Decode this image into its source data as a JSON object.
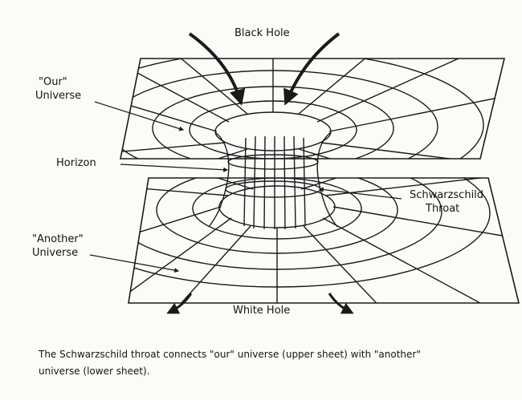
{
  "labels": {
    "black_hole": "Black Hole",
    "our_universe_line1": "\"Our\"",
    "our_universe_line2": "Universe",
    "horizon": "Horizon",
    "schwarzschild_line1": "Schwarzschild",
    "schwarzschild_line2": "Throat",
    "another_universe_line1": "\"Another\"",
    "another_universe_line2": "Universe",
    "white_hole": "White Hole"
  },
  "caption": {
    "line1": "The Schwarzschild throat connects \"our\" universe (upper sheet) with \"another\"",
    "line2": "universe (lower sheet)."
  },
  "colors": {
    "ink": "#1a1a1a",
    "background": "#fbfbf8"
  }
}
